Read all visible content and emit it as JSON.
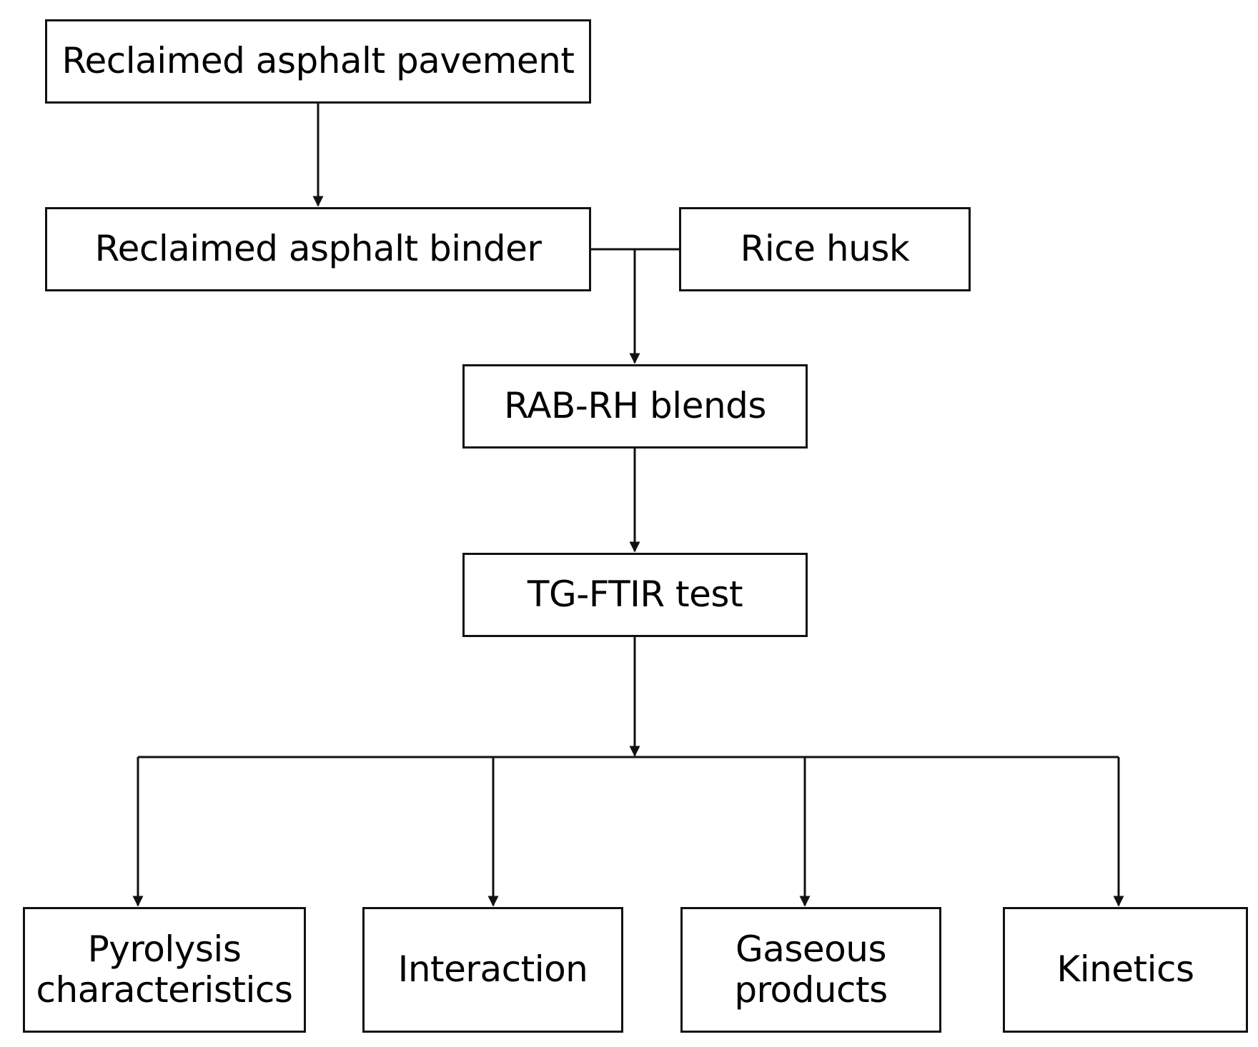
{
  "diagram": {
    "nodes": {
      "reclaimed_pavement": "Reclaimed asphalt pavement",
      "reclaimed_binder": "Reclaimed asphalt binder",
      "rice_husk": "Rice husk",
      "blends": "RAB-RH blends",
      "test": "TG-FTIR test",
      "outputs": [
        {
          "line1": "Pyrolysis",
          "line2": "characteristics"
        },
        {
          "line1": "Interaction",
          "line2": ""
        },
        {
          "line1": "Gaseous",
          "line2": "products"
        },
        {
          "line1": "Kinetics",
          "line2": ""
        }
      ]
    },
    "edges": [
      {
        "from": "Reclaimed asphalt pavement",
        "to": "Reclaimed asphalt binder"
      },
      {
        "from": "Reclaimed asphalt binder",
        "to": "RAB-RH blends"
      },
      {
        "from": "Rice husk",
        "to": "RAB-RH blends"
      },
      {
        "from": "RAB-RH blends",
        "to": "TG-FTIR test"
      },
      {
        "from": "TG-FTIR test",
        "to": "Pyrolysis characteristics"
      },
      {
        "from": "TG-FTIR test",
        "to": "Interaction"
      },
      {
        "from": "TG-FTIR test",
        "to": "Gaseous products"
      },
      {
        "from": "TG-FTIR test",
        "to": "Kinetics"
      }
    ],
    "colors": {
      "line": "#111111",
      "box_border": "#111111",
      "text": "#000000",
      "background": "#ffffff"
    }
  }
}
